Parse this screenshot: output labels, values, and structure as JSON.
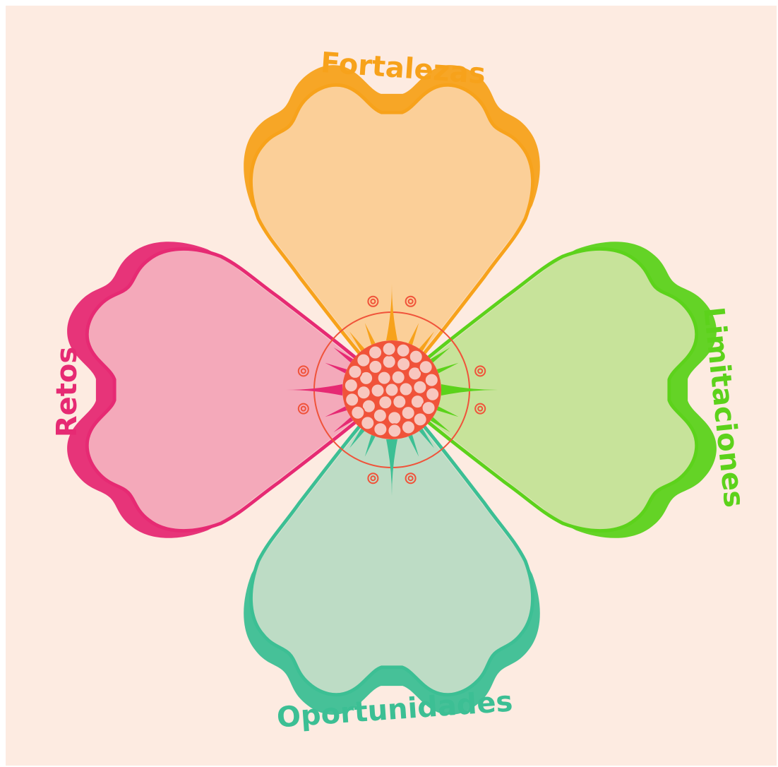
{
  "diagram": {
    "petals": [
      {
        "label": "Fortalezas",
        "color": "#f7a21b",
        "fill": "#fbd8b2"
      },
      {
        "label": "Limitaciones",
        "color": "#5cd21b",
        "fill": "#dde6b5"
      },
      {
        "label": "Oportunidades",
        "color": "#3cbf94",
        "fill": "#d8e2d0"
      },
      {
        "label": "Retos",
        "color": "#e62a73",
        "fill": "#f7c3c8"
      }
    ],
    "center_color": "#f0533a",
    "background": "#fdebe1"
  }
}
